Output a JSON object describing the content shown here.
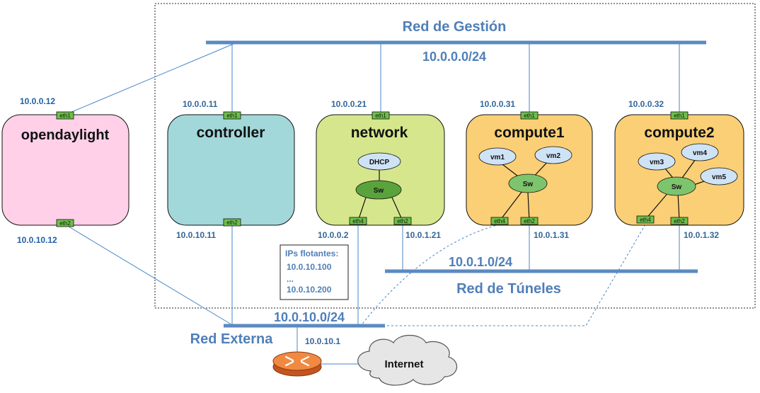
{
  "networks": {
    "management": {
      "label": "Red de Gestión",
      "cidr": "10.0.0.0/24"
    },
    "tunnels": {
      "label": "Red de Túneles",
      "cidr": "10.0.1.0/24"
    },
    "external": {
      "label": "Red Externa",
      "cidr": "10.0.10.0/24"
    }
  },
  "nodes": {
    "opendaylight": {
      "name": "opendaylight",
      "eth1_ip": "10.0.0.12",
      "eth2_ip": "10.0.10.12",
      "color": "#ffd0e8"
    },
    "controller": {
      "name": "controller",
      "eth1_ip": "10.0.0.11",
      "eth2_ip": "10.0.10.11",
      "color": "#a2d8da"
    },
    "network": {
      "name": "network",
      "eth1_ip": "10.0.0.21",
      "eth4_ip": "10.0.0.2",
      "eth2_ip": "10.0.1.21",
      "color": "#d6e68c"
    },
    "compute1": {
      "name": "compute1",
      "eth1_ip": "10.0.0.31",
      "eth2_ip": "10.0.1.31",
      "color": "#fbcf75"
    },
    "compute2": {
      "name": "compute2",
      "eth1_ip": "10.0.0.32",
      "eth2_ip": "10.0.1.32",
      "color": "#fbcf75"
    }
  },
  "ports": {
    "eth1": "eth1",
    "eth2": "eth2",
    "eth4": "eth4"
  },
  "inner": {
    "dhcp": "DHCP",
    "sw": "Sw",
    "vm1": "vm1",
    "vm2": "vm2",
    "vm3": "vm3",
    "vm4": "vm4",
    "vm5": "vm5"
  },
  "floating_ips": {
    "title": "IPs flotantes:",
    "start": "10.0.10.100",
    "ellipsis": "...",
    "end": "10.0.10.200"
  },
  "router": {
    "ip": "10.0.10.1"
  },
  "internet": {
    "label": "Internet"
  },
  "colors": {
    "bus": "#5b8ac0",
    "link": "#4a86c8",
    "port": "#6cc04a",
    "vm": "#cfe3f6",
    "sw": "#7ec46c"
  }
}
